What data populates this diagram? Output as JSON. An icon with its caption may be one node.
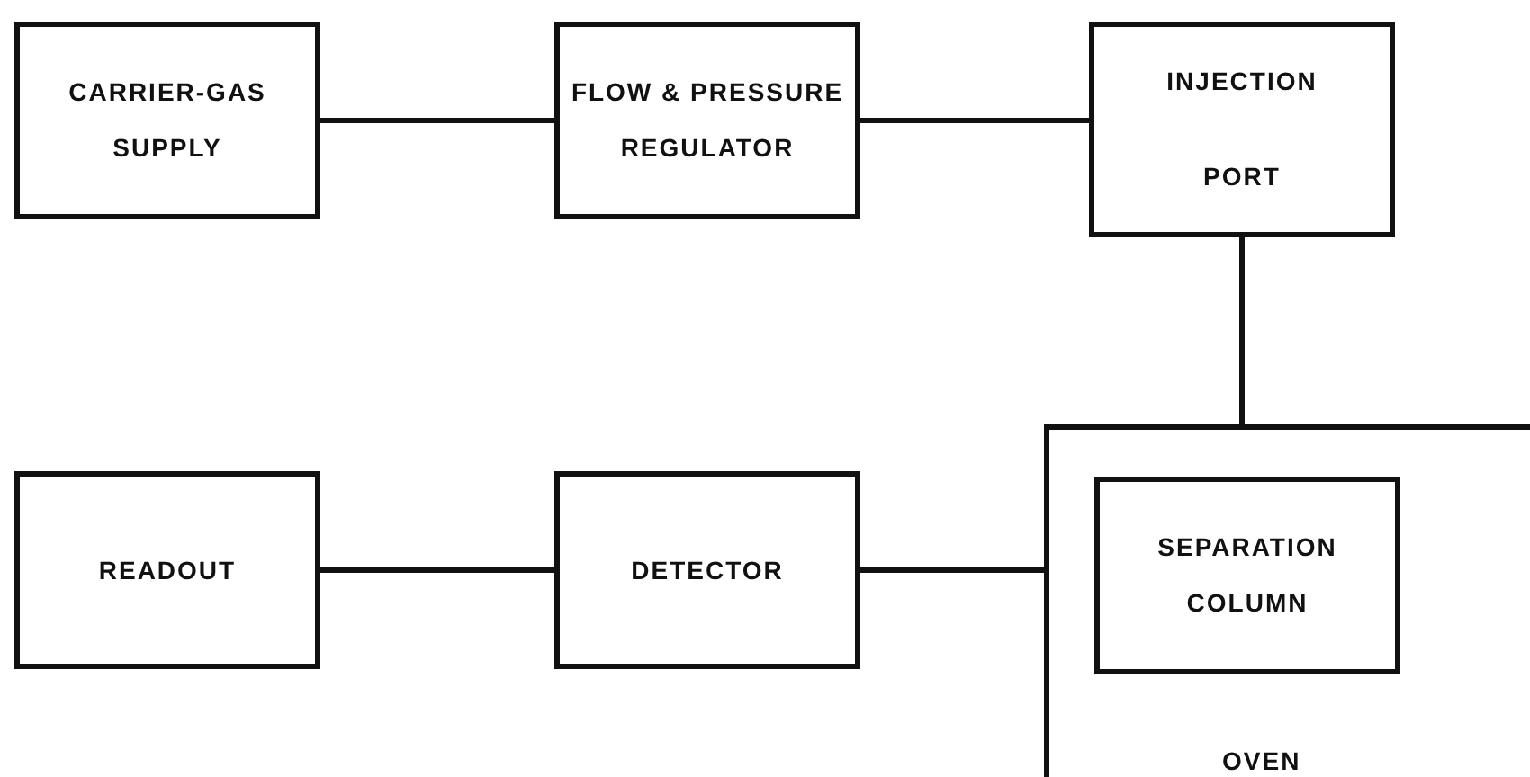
{
  "diagram": {
    "nodes": [
      {
        "text": [
          "CARRIER-GAS SUPPLY"
        ]
      },
      {
        "text": [
          "FLOW & PRESSURE REGULATOR"
        ]
      },
      {
        "text": [
          "INJECTION PORT"
        ]
      },
      {
        "text": [
          "OVEN"
        ]
      },
      {
        "text": [
          "SEPARATION COLUMN"
        ],
        "in": 3
      },
      {
        "text": [
          "DETECTOR"
        ]
      },
      {
        "text": [
          "READOUT"
        ]
      }
    ],
    "edges": [
      {
        "from": 0,
        "to": 1,
        "arrow": "none"
      },
      {
        "from": 1,
        "to": 2,
        "arrow": "none"
      },
      {
        "from": 2,
        "to": 3,
        "arrow": "none"
      },
      {
        "from": 3,
        "to": 5,
        "arrow": "none"
      },
      {
        "from": 5,
        "to": 6,
        "arrow": "none"
      }
    ]
  }
}
